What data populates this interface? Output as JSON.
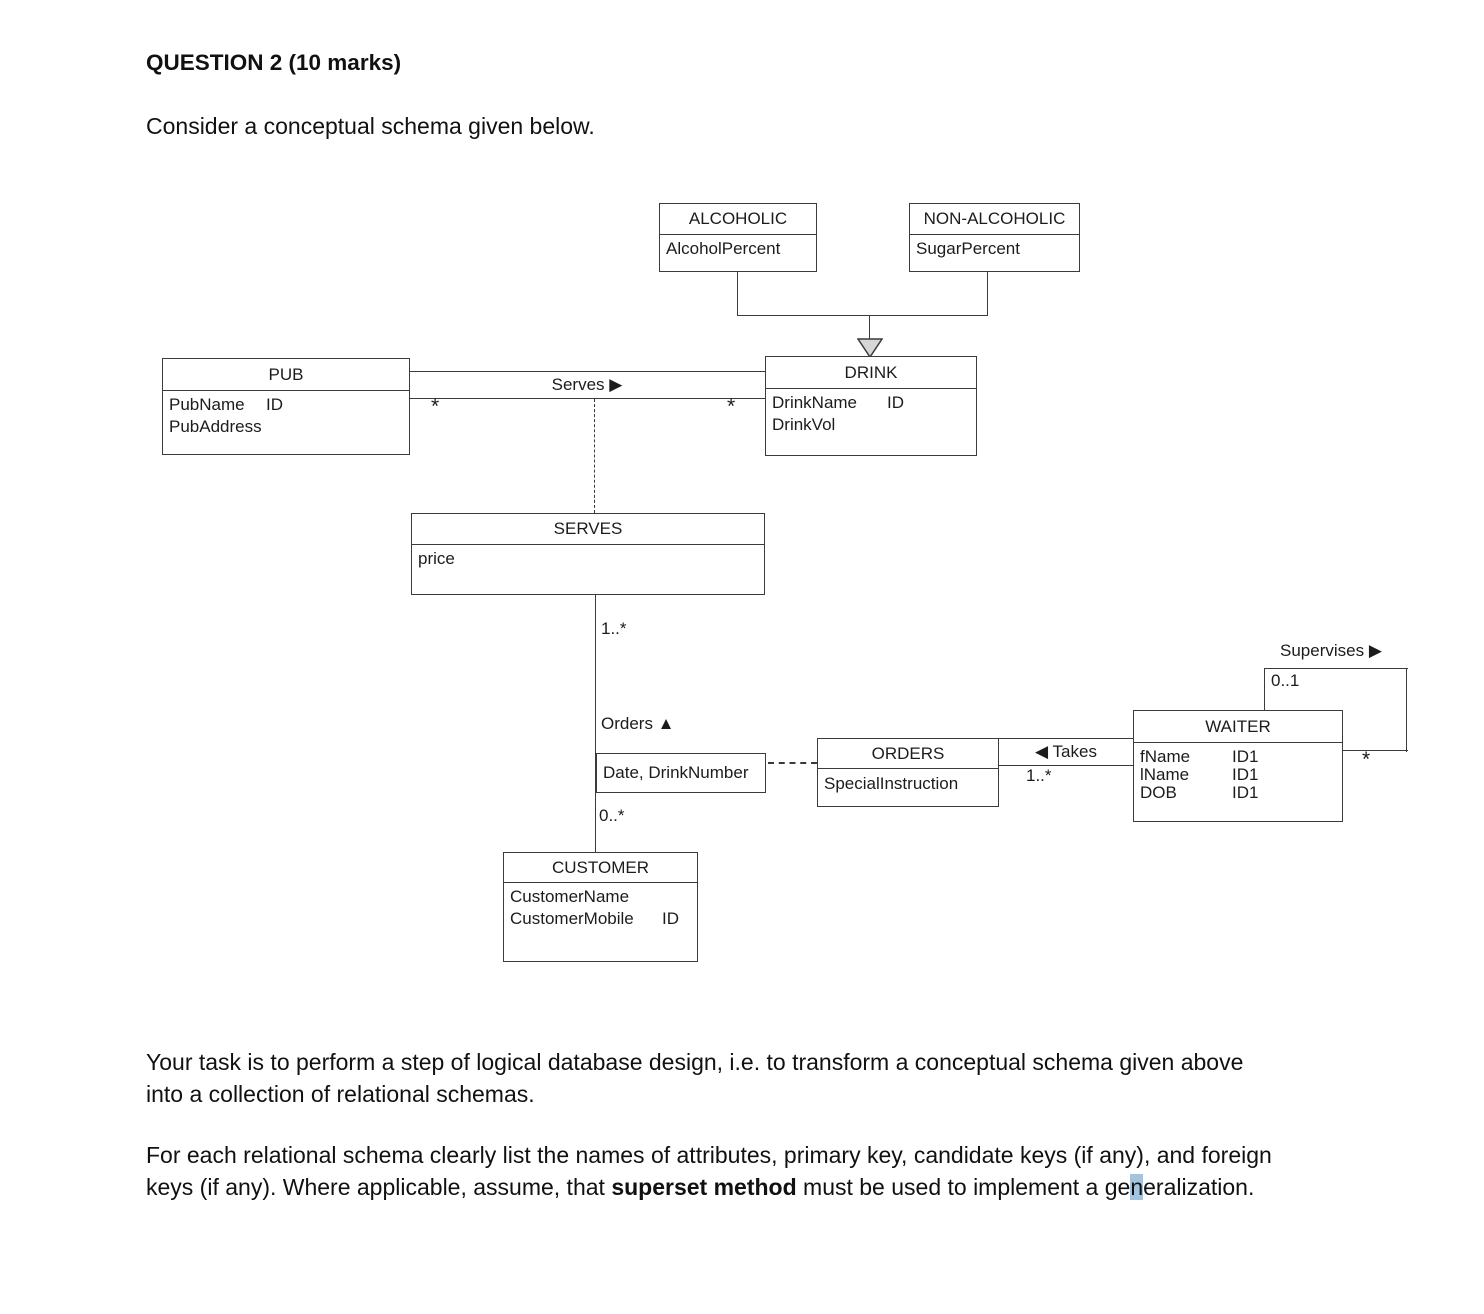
{
  "document": {
    "question_title": "QUESTION 2 (10 marks)",
    "intro": "Consider a conceptual schema given below.",
    "task": {
      "line1": "Your task is to perform a step of logical database design, i.e. to transform a conceptual schema given above",
      "line2": "into a collection of relational schemas."
    },
    "requirements": {
      "line1": "For each relational schema clearly list the names of attributes, primary key, candidate keys (if any), and foreign",
      "line2_start": "keys (if any). Where applicable, assume, that ",
      "line2_bold": "superset method",
      "line2_mid": " must be used to implement a ge",
      "line2_highlight": "n",
      "line2_end": "eralization.",
      "highlight_color": "#a3c4e1"
    }
  },
  "diagram": {
    "line_color": "#3b3b3b",
    "generalization_triangle_fill": "#d6d6d6",
    "entities": {
      "alcoholic": {
        "title": "ALCOHOLIC",
        "attrs": [
          {
            "name": "AlcoholPercent",
            "tag": ""
          }
        ]
      },
      "nonalcoholic": {
        "title": "NON-ALCOHOLIC",
        "attrs": [
          {
            "name": "SugarPercent",
            "tag": ""
          }
        ]
      },
      "pub": {
        "title": "PUB",
        "attrs": [
          {
            "name": "PubName",
            "tag": "ID"
          },
          {
            "name": "PubAddress",
            "tag": ""
          }
        ]
      },
      "drink": {
        "title": "DRINK",
        "attrs": [
          {
            "name": "DrinkName",
            "tag": "ID"
          },
          {
            "name": "DrinkVol",
            "tag": ""
          }
        ]
      },
      "serves": {
        "title": "SERVES",
        "attrs": [
          {
            "name": "price",
            "tag": ""
          }
        ]
      },
      "orders": {
        "title": "ORDERS",
        "attrs": [
          {
            "name": "SpecialInstruction",
            "tag": ""
          }
        ]
      },
      "waiter": {
        "title": "WAITER",
        "attrs": [
          {
            "name": "fName",
            "tag": "ID1"
          },
          {
            "name": "lName",
            "tag": "ID1"
          },
          {
            "name": "DOB",
            "tag": "ID1"
          }
        ]
      },
      "customer": {
        "title": "CUSTOMER",
        "attrs": [
          {
            "name": "CustomerName",
            "tag": ""
          },
          {
            "name": "CustomerMobile",
            "tag": "ID"
          }
        ]
      }
    },
    "associations": {
      "serves": {
        "label": "Serves ▶",
        "mult_pub": "*",
        "mult_drink": "*"
      },
      "orders_link": {
        "label": "Orders ▲",
        "mult_serves": "1..*",
        "mult_customer": "0..*",
        "qualifier": "Date, DrinkNumber"
      },
      "takes": {
        "label": "◀ Takes",
        "mult": "1..*"
      },
      "supervises": {
        "label": "Supervises ▶",
        "mult_min": "0..1",
        "mult_many": "*"
      }
    }
  }
}
